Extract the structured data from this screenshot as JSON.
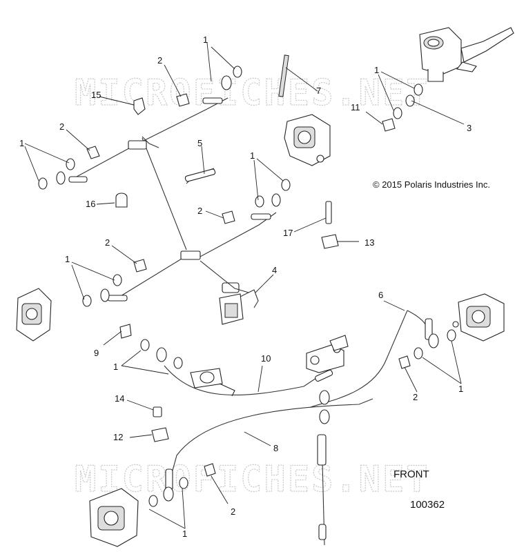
{
  "watermark": "MICROFICHES.NET",
  "copyright": "© 2015 Polaris Industries Inc.",
  "front_label": "FRONT",
  "diagram_number": "100362",
  "callouts": {
    "c1a": "1",
    "c1b": "1",
    "c1c": "1",
    "c1d": "1",
    "c1e": "1",
    "c1f": "1",
    "c1g": "1",
    "c1h": "1",
    "c2a": "2",
    "c2b": "2",
    "c2c": "2",
    "c2d": "2",
    "c2e": "2",
    "c2f": "2",
    "c3": "3",
    "c4": "4",
    "c5": "5",
    "c6": "6",
    "c7": "7",
    "c8": "8",
    "c9": "9",
    "c10": "10",
    "c11": "11",
    "c12": "12",
    "c13": "13",
    "c14": "14",
    "c15": "15",
    "c16": "16",
    "c17": "17"
  }
}
